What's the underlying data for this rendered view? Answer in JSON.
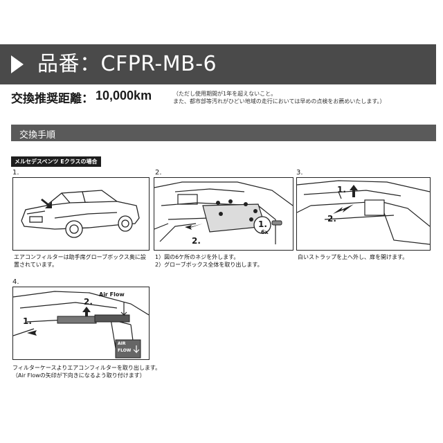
{
  "header": {
    "title": "品番：CFPR-MB-6"
  },
  "interval": {
    "label": "交換推奨距離：",
    "value": "10,000km",
    "note_line1": "（ただし使用期間が1年を超えないこと。",
    "note_line2": "また、都市部等汚れがひどい地域の走行においては早めの点検をお薦めいたします。）"
  },
  "section": {
    "title": "交換手順"
  },
  "model_label": "メルセデスベンツ Eクラスの場合",
  "steps": [
    {
      "number": "1.",
      "caption_lines": [
        "エアコンフィルターは助手席グローブボックス奥に設",
        "置されています。"
      ]
    },
    {
      "number": "2.",
      "caption_lines": [
        "1）図の6ケ所のネジを外します。",
        "2）グローブボックス全体を取り出します。"
      ],
      "callouts": {
        "c1": "1.",
        "c1_count": "6x",
        "c2": "2."
      }
    },
    {
      "number": "3.",
      "caption_lines": [
        "白いストラップを上へ外し、扉を開けます。"
      ],
      "callouts": {
        "c1": "1.",
        "c2": "2."
      }
    },
    {
      "number": "4.",
      "caption_lines": [
        "フィルターケースよりエアコンフィルターを取り出します。",
        "（Air Flowの矢印が下向きになるよう取り付けます）"
      ],
      "callouts": {
        "c1": "1.",
        "c2": "2.",
        "airflow": "Air Flow",
        "sticker_line1": "AIR",
        "sticker_line2": "FLOW"
      }
    }
  ],
  "colors": {
    "header_bg": "#4a4a4a",
    "section_bg": "#5a5a5a",
    "label_bg": "#1e1e1e"
  }
}
